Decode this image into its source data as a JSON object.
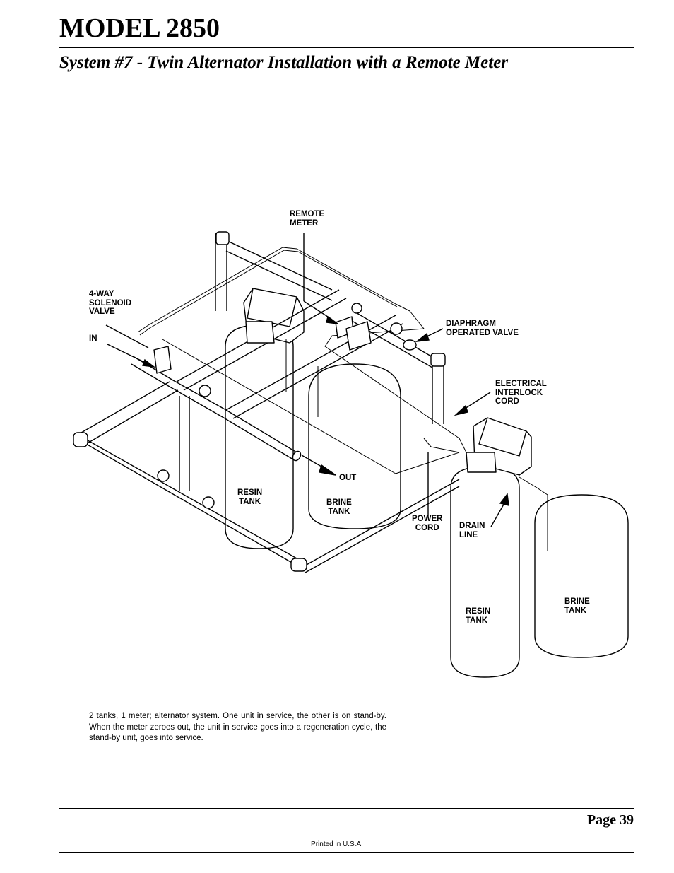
{
  "header": {
    "model": "MODEL 2850",
    "system_title": "System #7 - Twin Alternator Installation with a Remote Meter"
  },
  "diagram": {
    "labels": {
      "remote_meter": "REMOTE\nMETER",
      "solenoid_valve": "4-WAY\nSOLENOID\nVALVE",
      "in": "IN",
      "diaphragm_valve": "DIAPHRAGM\nOPERATED VALVE",
      "interlock_cord": "ELECTRICAL\nINTERLOCK\nCORD",
      "out": "OUT",
      "resin_tank_left": "RESIN\nTANK",
      "brine_tank_left": "BRINE\nTANK",
      "power_cord": "POWER\nCORD",
      "drain_line": "DRAIN\nLINE",
      "resin_tank_right": "RESIN\nTANK",
      "brine_tank_right": "BRINE\nTANK"
    }
  },
  "caption": "2 tanks, 1 meter; alternator system. One unit in service, the other is on stand-by. When the meter zeroes out, the unit in service goes into a regeneration cycle, the stand-by unit, goes into service.",
  "footer": {
    "page": "Page 39",
    "printed": "Printed in U.S.A."
  }
}
